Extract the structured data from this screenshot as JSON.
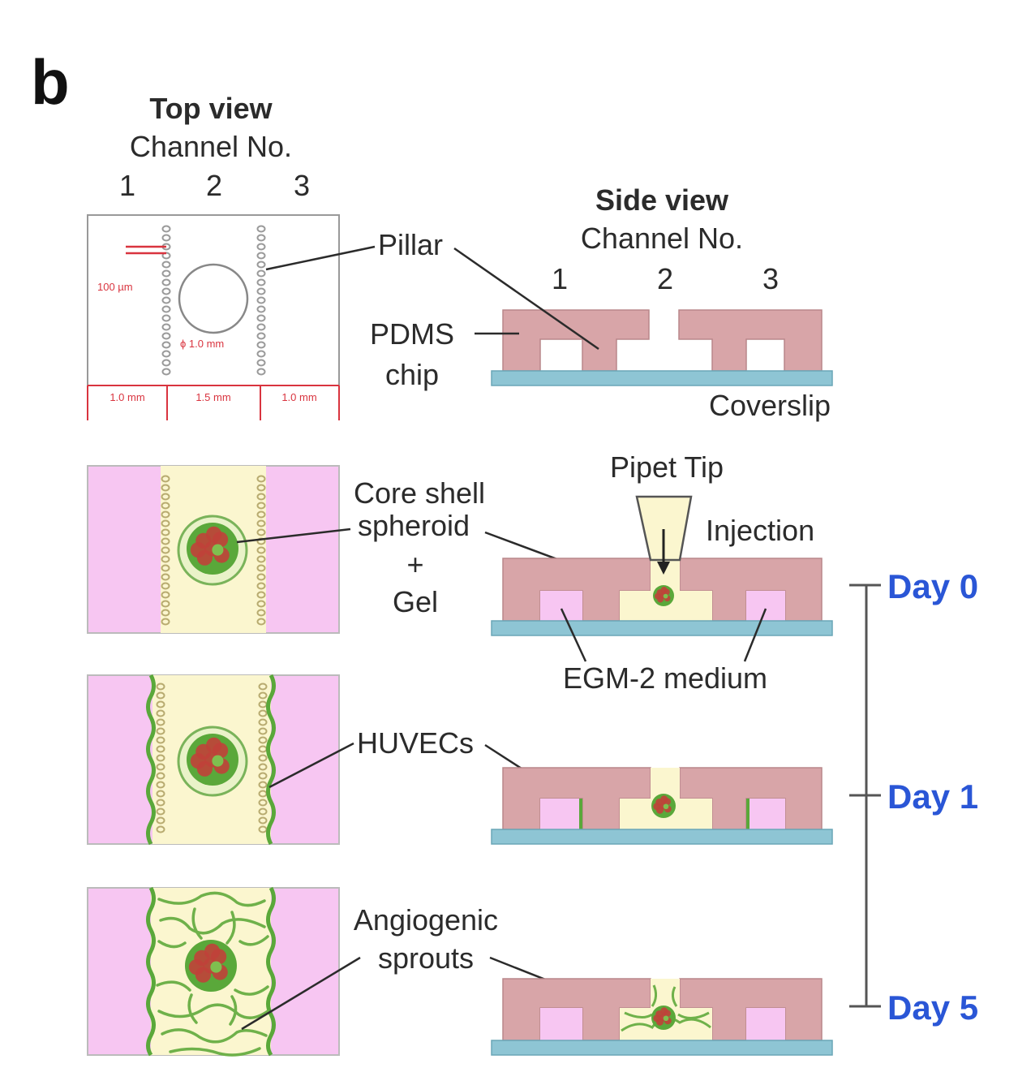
{
  "panel_letter": "b",
  "top_view": {
    "title": "Top view",
    "subtitle": "Channel No.",
    "channels": [
      "1",
      "2",
      "3"
    ],
    "scale_bar": "100 µm",
    "diameter": "ϕ 1.0 mm",
    "widths": [
      "1.0 mm",
      "1.5 mm",
      "1.0 mm"
    ]
  },
  "side_view": {
    "title": "Side view",
    "subtitle": "Channel No.",
    "channels": [
      "1",
      "2",
      "3"
    ]
  },
  "labels": {
    "pillar": "Pillar",
    "pdms_line1": "PDMS",
    "pdms_line2": "chip",
    "coverslip": "Coverslip",
    "pipet_tip": "Pipet Tip",
    "core_shell_line1": "Core shell",
    "core_shell_line2": "spheroid",
    "plus": "+",
    "gel": "Gel",
    "injection": "Injection",
    "egm2": "EGM-2 medium",
    "huvecs": "HUVECs",
    "angio_line1": "Angiogenic",
    "angio_line2": "sprouts"
  },
  "timeline": {
    "days": [
      "Day 0",
      "Day 1",
      "Day 5"
    ]
  },
  "colors": {
    "pdms": "#d8a5a8",
    "coverslip": "#8ec5d4",
    "medium": "#f7c6f2",
    "gel": "#fbf6cf",
    "cells_green": "#5aa83a",
    "core_red": "#c0413a",
    "day_blue": "#2a56d6",
    "scale_red": "#d9343f"
  }
}
